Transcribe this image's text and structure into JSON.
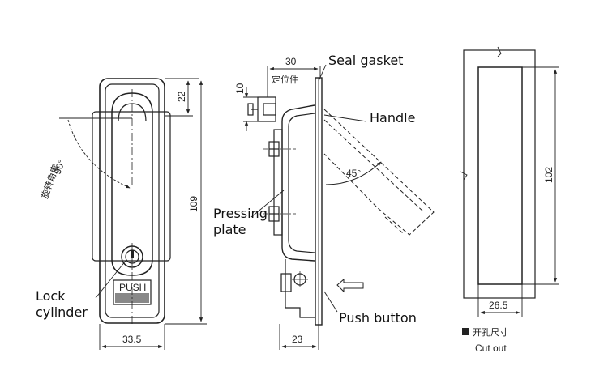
{
  "front_view": {
    "dim_top": "22",
    "dim_height": "109",
    "dim_width": "33.5",
    "push_label": "PUSH",
    "angle_label": "90°",
    "rotation_label_cn": "旋转角度"
  },
  "side_view": {
    "dim_top": "30",
    "locator_label_cn": "定位件",
    "dim_small": "10",
    "dim_bottom": "23",
    "angle_label": "45°"
  },
  "cutout_view": {
    "dim_height": "102",
    "dim_width": "26.5",
    "caption_cn": "开孔尺寸",
    "caption_en": "Cut out"
  },
  "callouts": {
    "seal_gasket": "Seal gasket",
    "handle": "Handle",
    "pressing_plate_1": "Pressing",
    "pressing_plate_2": "plate",
    "lock_cylinder_1": "Lock",
    "lock_cylinder_2": "cylinder",
    "push_button": "Push button"
  }
}
